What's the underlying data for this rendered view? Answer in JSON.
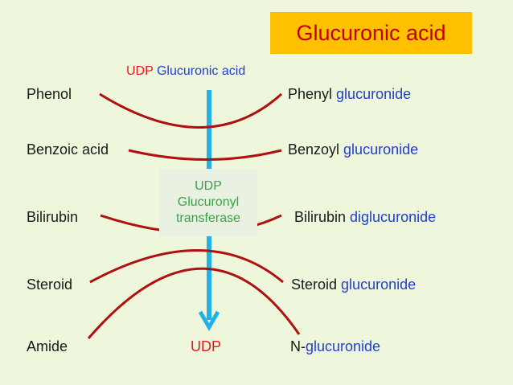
{
  "title": "Glucuronic acid",
  "udp_top": {
    "prefix": "UDP",
    "rest": "Glucuronic acid"
  },
  "enzyme": {
    "line1": "UDP",
    "line2": "Glucuronyl",
    "line3": "transferase"
  },
  "udp_bottom": "UDP",
  "substrates": [
    "Phenol",
    "Benzoic acid",
    "Bilirubin",
    "Steroid",
    "Amide"
  ],
  "products": [
    {
      "prefix": "Phenyl ",
      "suffix": "glucuronide"
    },
    {
      "prefix": "Benzoyl ",
      "suffix": "glucuronide"
    },
    {
      "prefix": "Bilirubin ",
      "suffix": "diglucuronide"
    },
    {
      "prefix": "Steroid ",
      "suffix": "glucuronide"
    },
    {
      "prefix": "N-",
      "suffix": "glucuronide"
    }
  ],
  "colors": {
    "background": "#eef6dc",
    "title_box": "#ffc000",
    "title_text": "#c00000",
    "curve": "#b01010",
    "arrow": "#22b0e8",
    "highlight_text": "#1f3fd1",
    "udp_text": "#e01b1b",
    "enzyme_text": "#3aa245"
  }
}
